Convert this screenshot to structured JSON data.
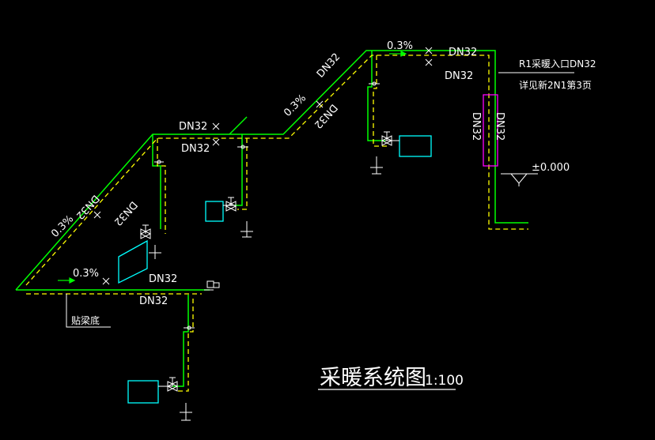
{
  "colors": {
    "background": "#000000",
    "supply_pipe": "#00ff00",
    "return_pipe": "#ffff00",
    "fixture": "#00ffff",
    "text": "#ffffff",
    "sleeve": "#ff00ff"
  },
  "labels": {
    "dn32": "DN32",
    "slope": "0.3%",
    "inlet_note": "R1采暖入口DN32",
    "inlet_ref": "详见新2N1第3页",
    "elevation": "±0.000",
    "beam_note": "贴梁底"
  },
  "title": {
    "main": "采暖系统图",
    "scale": "1:100"
  }
}
